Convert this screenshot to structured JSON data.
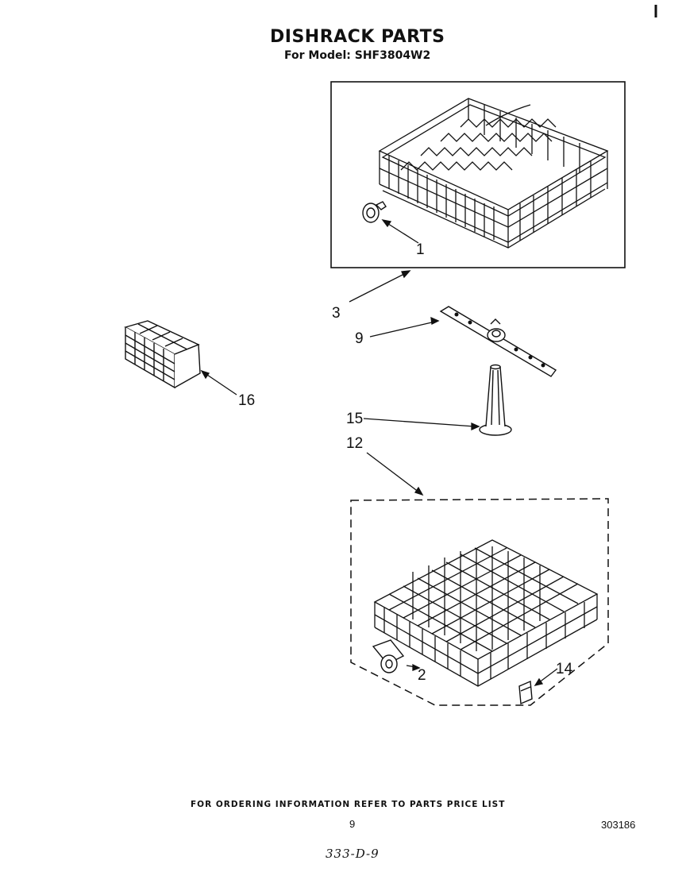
{
  "header": {
    "title": "DISHRACK PARTS",
    "model_line": "For Model: SHF3804W2"
  },
  "callouts": {
    "upper_rack_wheel": "1",
    "lower_rack_wheel": "2",
    "upper_rack": "3",
    "spray_arm": "9",
    "lower_rack": "12",
    "rack_bumper": "14",
    "spray_tower": "15",
    "silverware_basket": "16"
  },
  "footer": {
    "ordering_note": "FOR ORDERING INFORMATION REFER TO PARTS PRICE LIST",
    "page_number": "9",
    "document_number": "303186",
    "handwritten_code": "333-D-9"
  }
}
